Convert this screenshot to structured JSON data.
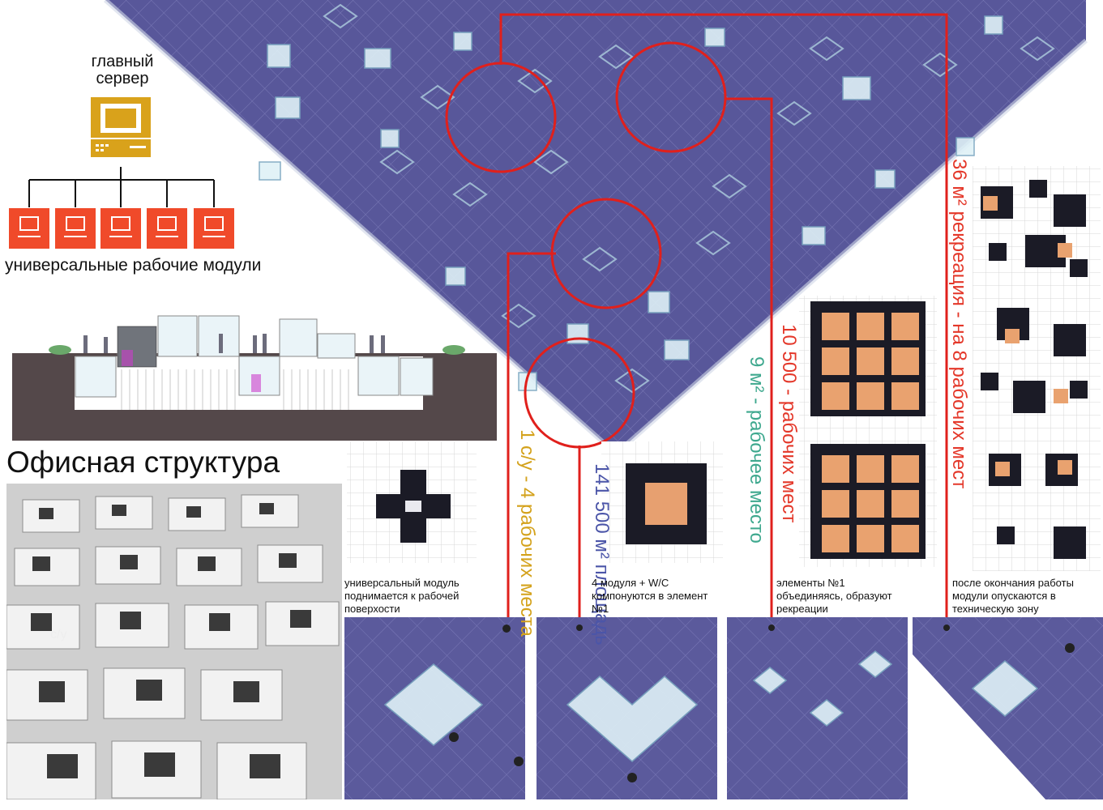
{
  "network": {
    "server_label": "главный сервер",
    "modules_caption": "универсальные рабочие модули"
  },
  "office": {
    "title": "Офисная структура",
    "photo_label": "с/у"
  },
  "vertical_labels": {
    "wc_ratio": "1 с/у - 4 рабочих места",
    "area": "141 500 м² площадь",
    "workplace_area": "9 м² - рабочее место",
    "workplaces": "10 500 - рабочих мест",
    "recreation": "36 м² рекреация - на 8 рабочих мест"
  },
  "captions": {
    "step1": "универсальный модуль поднимается к рабочей поверхости",
    "step2": "4 модуля + W/C компонуются в элемент №1",
    "step3": "элементы №1 объединяясь, образуют рекреации",
    "step4": "после окончания работы модули опускаются в техническую зону"
  },
  "colors": {
    "floor": "#58579a",
    "accent_red": "#e0201c",
    "server_gold": "#d9a21b",
    "module_red": "#f04a2a",
    "label_gold": "#d4a21c",
    "label_blue": "#4b55a8",
    "label_teal": "#3ea88e",
    "label_red": "#e4382a",
    "ground": "#54484a"
  }
}
